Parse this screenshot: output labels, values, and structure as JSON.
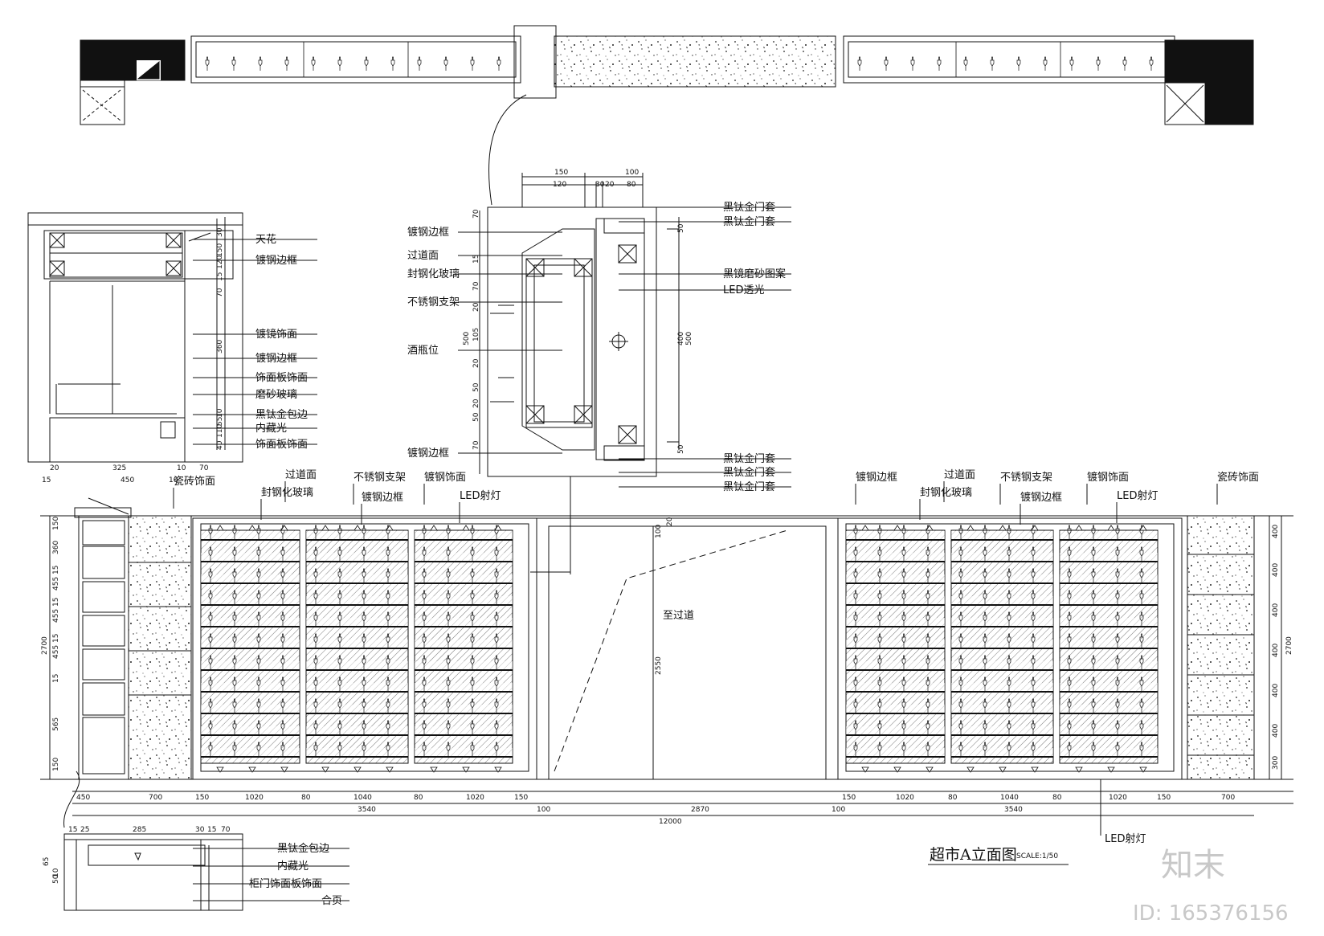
{
  "title": "超市A立面图",
  "title_scale": "SCALE:1/50",
  "watermark": {
    "brand": "知末",
    "id": "ID: 165376156"
  },
  "plan_view": {
    "labels": []
  },
  "section_left": {
    "labels": [
      "天花",
      "镀钢边框",
      "镀镜饰面",
      "镀钢边框",
      "饰面板饰面",
      "磨砂玻璃",
      "黑钛金包边",
      "内藏光",
      "饰面板饰面"
    ],
    "dims_right": [
      "30",
      "150",
      "120",
      "15",
      "70",
      "360",
      "10",
      "55",
      "110",
      "40"
    ],
    "dims_bottom": [
      "20",
      "325",
      "10",
      "70"
    ],
    "dim_total": "450",
    "dim_total_sub": "10",
    "dim_total_sub2": "15"
  },
  "detail_center": {
    "labels_left": [
      "镀钢边框",
      "过道面",
      "封钢化玻璃",
      "不锈钢支架",
      "酒瓶位",
      "镀钢边框"
    ],
    "labels_right": [
      "黑钛金门套",
      "黑钛金门套",
      "黑镜磨砂图案",
      "LED透光",
      "黑钛金门套",
      "黑钛金门套",
      "黑钛金门套"
    ],
    "dims_top": [
      "150",
      "100",
      "120",
      "30",
      "20",
      "80"
    ],
    "dims_left": [
      "70",
      "15",
      "70",
      "20",
      "105",
      "20",
      "50",
      "20",
      "50",
      "70",
      "500"
    ],
    "dims_right": [
      "50",
      "400",
      "500",
      "50"
    ]
  },
  "elevation": {
    "left_labels": [
      "瓷砖饰面",
      "过道面",
      "封钢化玻璃",
      "不锈钢支架",
      "镀钢边框",
      "镀钢饰面",
      "LED射灯"
    ],
    "right_labels": [
      "镀钢边框",
      "过道面",
      "封钢化玻璃",
      "不锈钢支架",
      "镀钢边框",
      "镀钢饰面",
      "LED射灯",
      "瓷砖饰面"
    ],
    "door_label": "至过道",
    "door_height": "2550",
    "door_top": "100",
    "door_top2": "20",
    "left_height_total": "2700",
    "right_height_total": "2700",
    "left_dims": [
      "150",
      "360",
      "15",
      "455",
      "15",
      "455",
      "15",
      "455",
      "15",
      "565",
      "150"
    ],
    "right_dims": [
      "400",
      "400",
      "400",
      "400",
      "400",
      "400",
      "300"
    ],
    "bottom_dims_left": [
      "450",
      "700",
      "150",
      "1020",
      "80",
      "1040",
      "80",
      "1020",
      "150"
    ],
    "bottom_dims_right": [
      "150",
      "1020",
      "80",
      "1040",
      "80",
      "1020",
      "150",
      "700"
    ],
    "bottom_sub": [
      "3540",
      "2870",
      "3540"
    ],
    "bottom_small": [
      "100",
      "100"
    ],
    "bottom_total": "12000",
    "led_label": "LED射灯"
  },
  "section_bottom": {
    "labels": [
      "黑钛金包边",
      "内藏光",
      "柜门饰面板饰面",
      "合页"
    ],
    "dims_top": [
      "15",
      "25",
      "285",
      "30",
      "15",
      "70"
    ],
    "dims_left": [
      "65",
      "10",
      "50"
    ]
  }
}
